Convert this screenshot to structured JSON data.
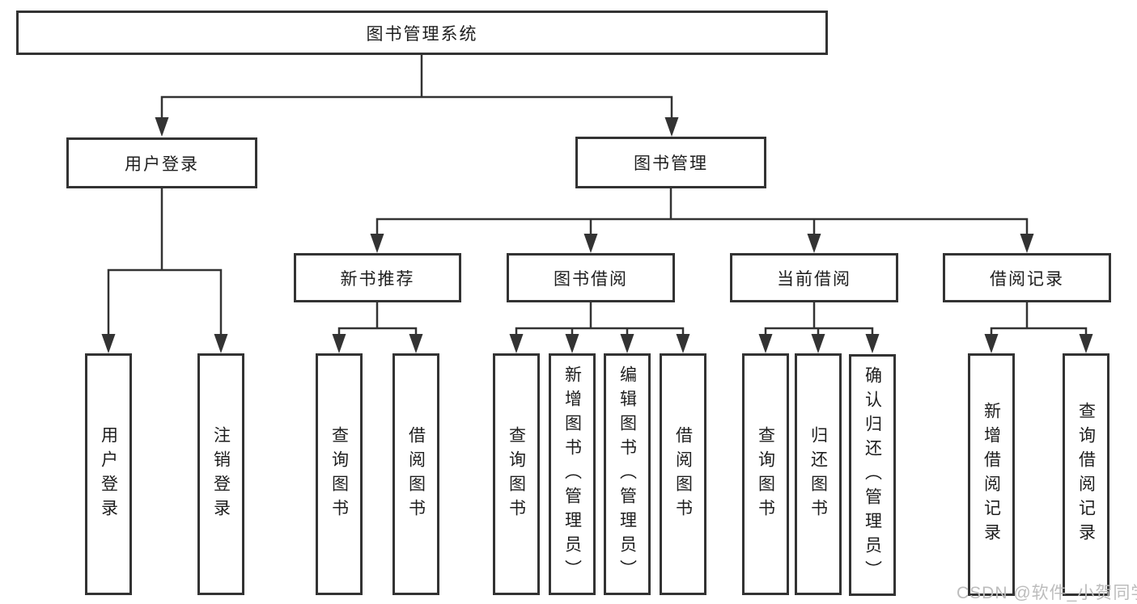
{
  "nodes": {
    "root": "图书管理系统",
    "user_login": "用户登录",
    "book_management": "图书管理",
    "new_book_recommend": "新书推荐",
    "book_borrow": "图书借阅",
    "current_borrow": "当前借阅",
    "borrow_records": "借阅记录"
  },
  "leaves": {
    "user_login": [
      "用户登录",
      "注销登录"
    ],
    "new_book_recommend": [
      "查询图书",
      "借阅图书"
    ],
    "book_borrow": [
      "查询图书",
      "新增图书（管理员）",
      "编辑图书（管理员）",
      "借阅图书"
    ],
    "current_borrow": [
      "查询图书",
      "归还图书",
      "确认归还（管理员）"
    ],
    "borrow_records": [
      "新增借阅记录",
      "查询借阅记录"
    ]
  },
  "watermark": "CSDN @软件_小贺同学",
  "colors": {
    "line": "#333333",
    "text": "#1e1e1e",
    "background": "#ffffff",
    "watermark": "#bcbcbc"
  }
}
